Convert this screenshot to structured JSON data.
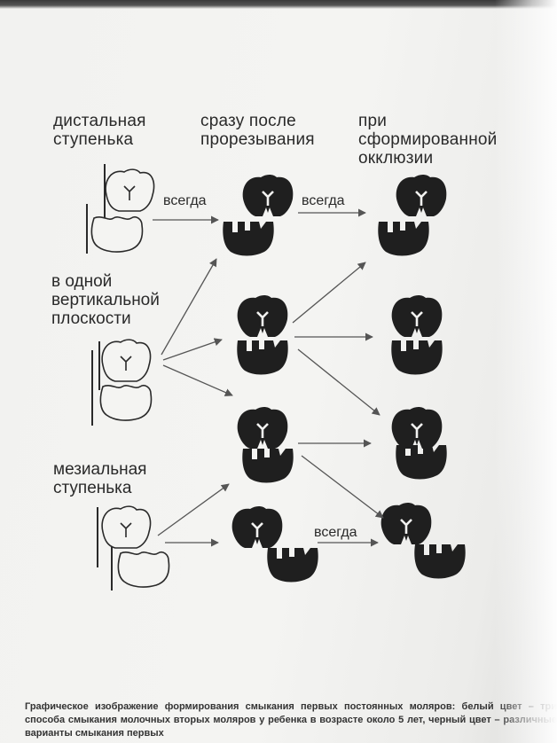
{
  "columns": {
    "distal": "дистальная\nступенька",
    "eruption": "сразу после\nпрорезывания",
    "formed": "при\nсформированной\nокклюзии"
  },
  "rows": {
    "vertical": "в одной\nвертикальной\nплоскости",
    "mesial": "мезиальная\nступенька"
  },
  "arrow_labels": {
    "always_1": "всегда",
    "always_2": "всегда",
    "always_3": "всегда"
  },
  "caption": "Графическое изображение формирования смыкания первых постоянных моляров: белый цвет – три способа смыкания молочных вторых моляров у ребенка в возрасте около 5 лет, черный цвет – различные варианты смыкания первых",
  "colors": {
    "ink": "#222222",
    "white_tooth_fill": "#f4f4f2",
    "page": "#f2f2f0"
  }
}
